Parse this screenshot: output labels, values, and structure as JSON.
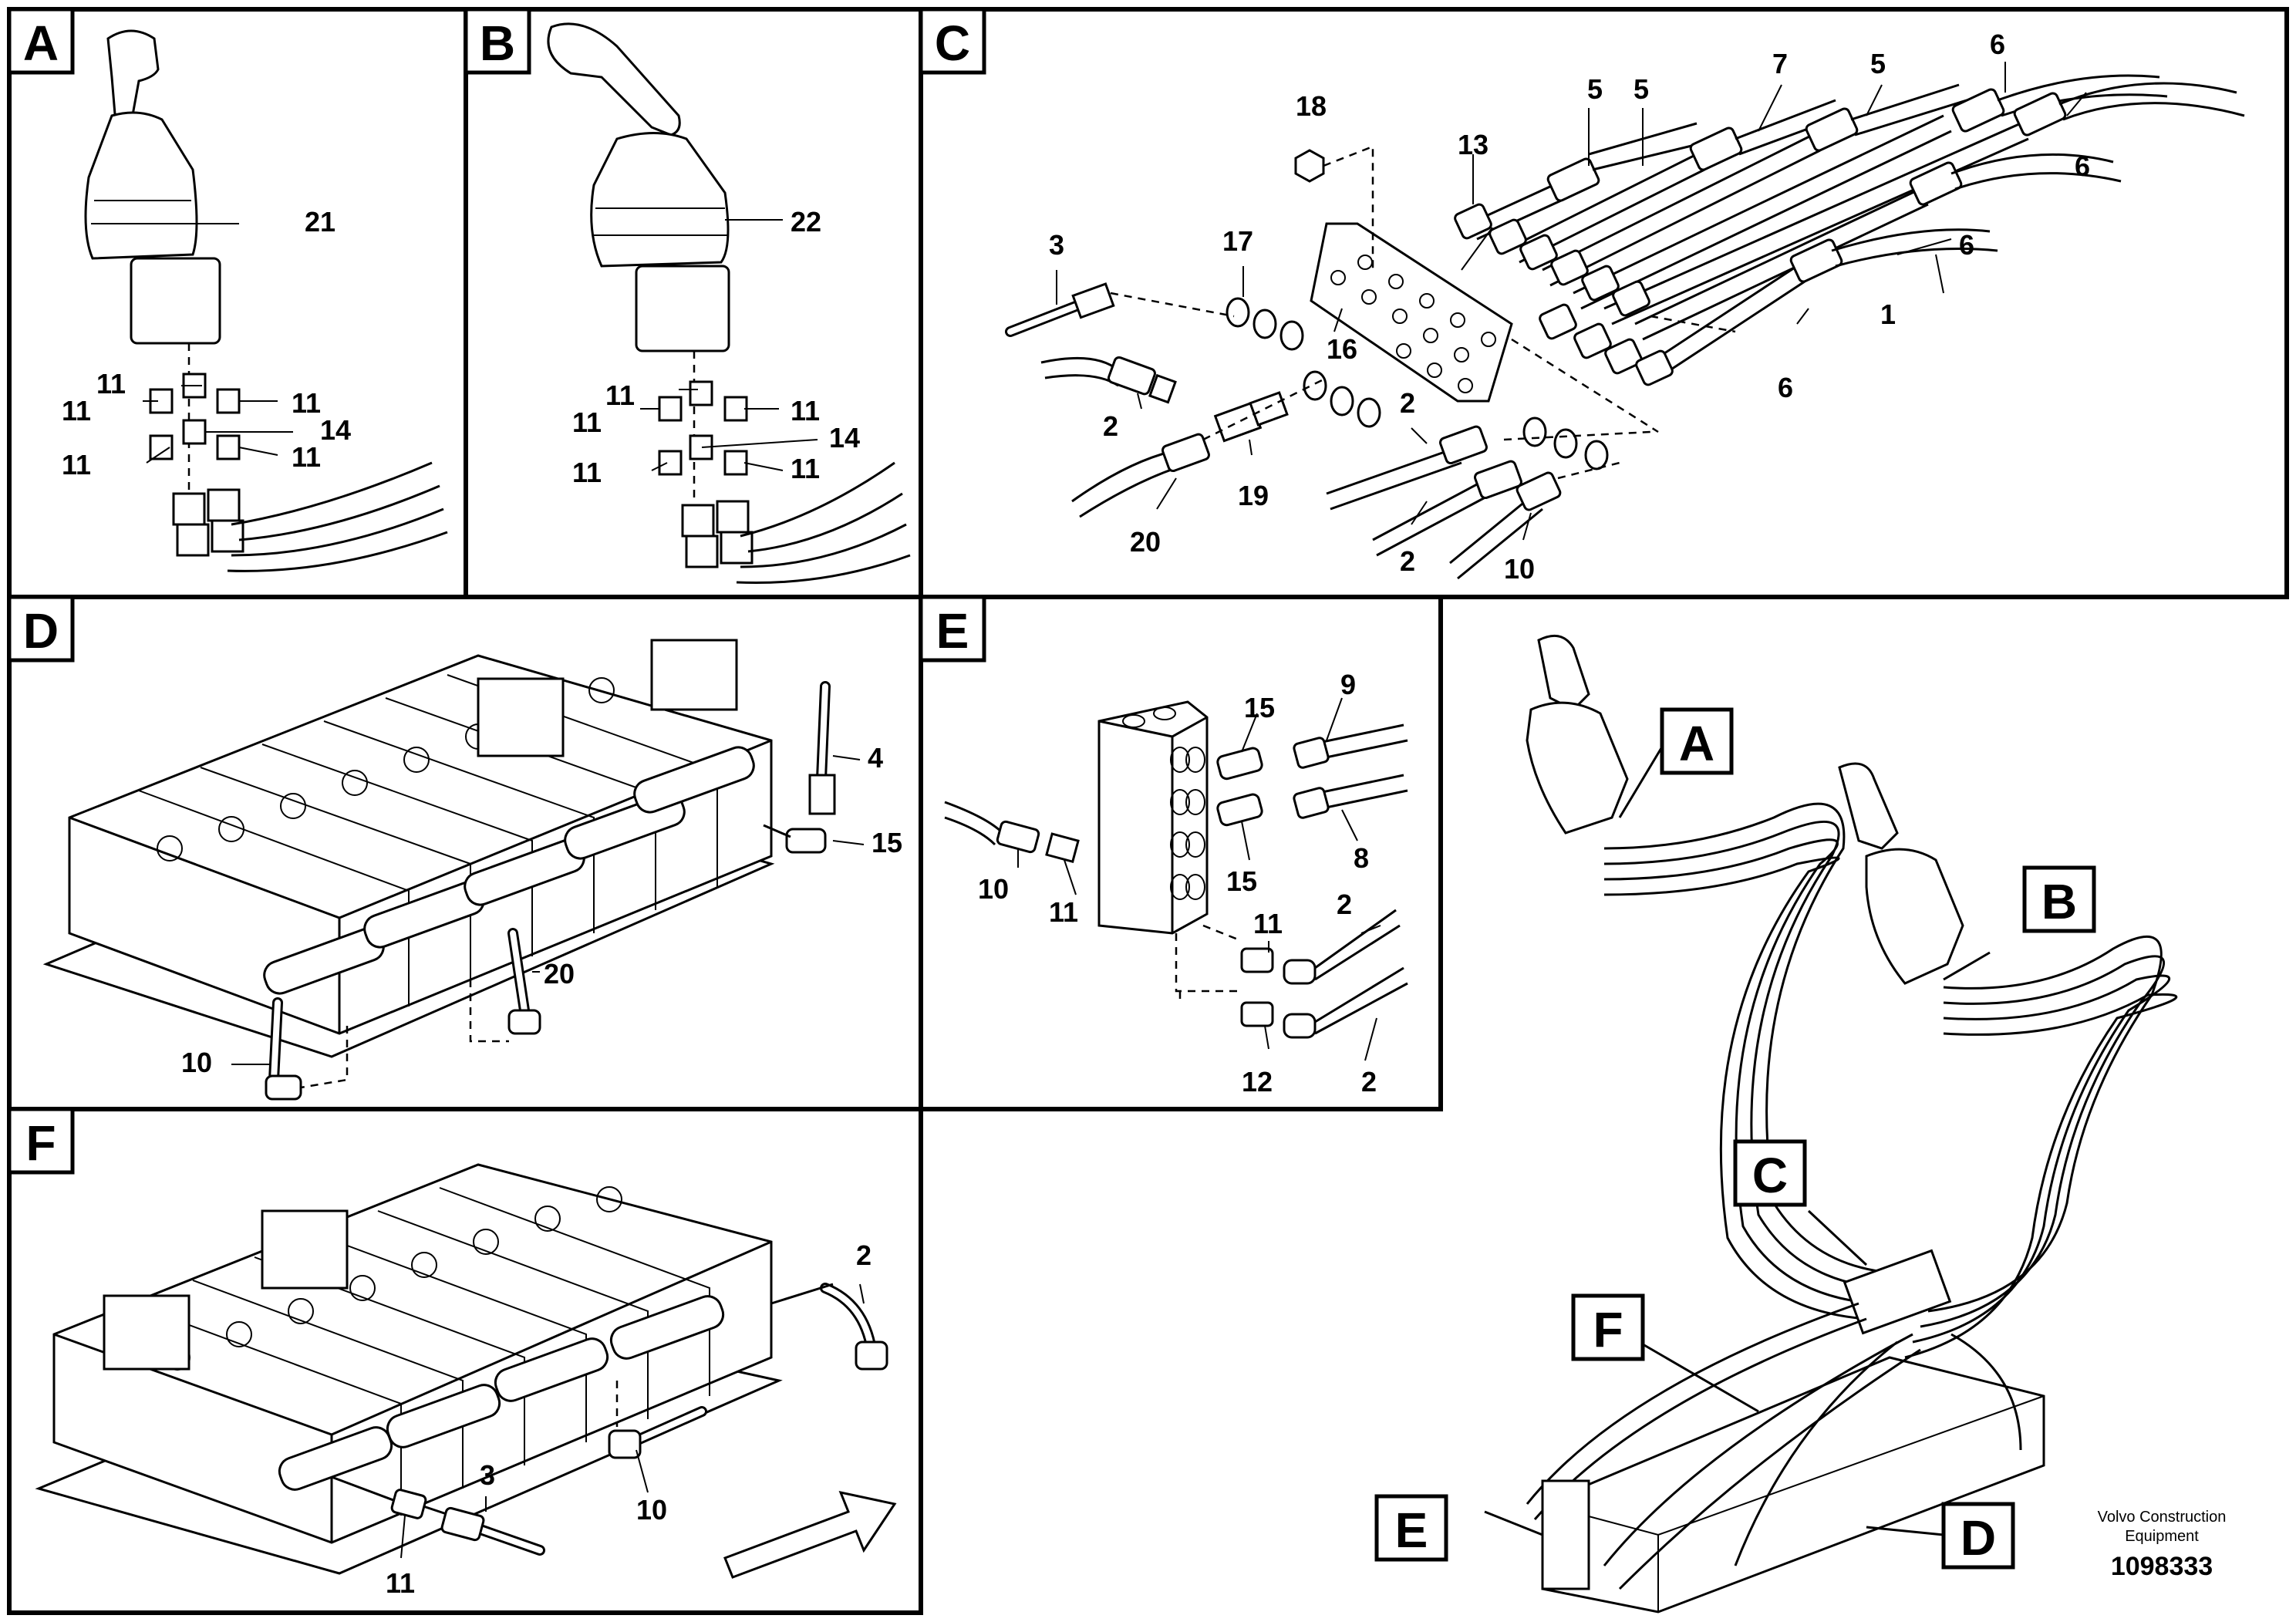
{
  "panels": [
    {
      "id": "A",
      "callouts": [
        "21",
        "11",
        "11",
        "11",
        "14",
        "11",
        "11"
      ]
    },
    {
      "id": "B",
      "callouts": [
        "22",
        "11",
        "11",
        "11",
        "14",
        "11",
        "11"
      ]
    },
    {
      "id": "C",
      "callouts": [
        "18",
        "13",
        "5",
        "5",
        "7",
        "5",
        "6",
        "6",
        "3",
        "17",
        "16",
        "6",
        "1",
        "6",
        "2",
        "19",
        "20",
        "2",
        "2",
        "10"
      ]
    },
    {
      "id": "D",
      "callouts": [
        "4",
        "15",
        "20",
        "10"
      ]
    },
    {
      "id": "E",
      "callouts": [
        "15",
        "9",
        "15",
        "8",
        "10",
        "11",
        "11",
        "2",
        "12",
        "2"
      ]
    },
    {
      "id": "F",
      "callouts": [
        "2",
        "3",
        "10",
        "11"
      ]
    }
  ],
  "overview_labels": [
    "A",
    "B",
    "C",
    "F",
    "E",
    "D"
  ],
  "footer": {
    "company_line1": "Volvo Construction",
    "company_line2": "Equipment",
    "drawing_number": "1098333"
  }
}
